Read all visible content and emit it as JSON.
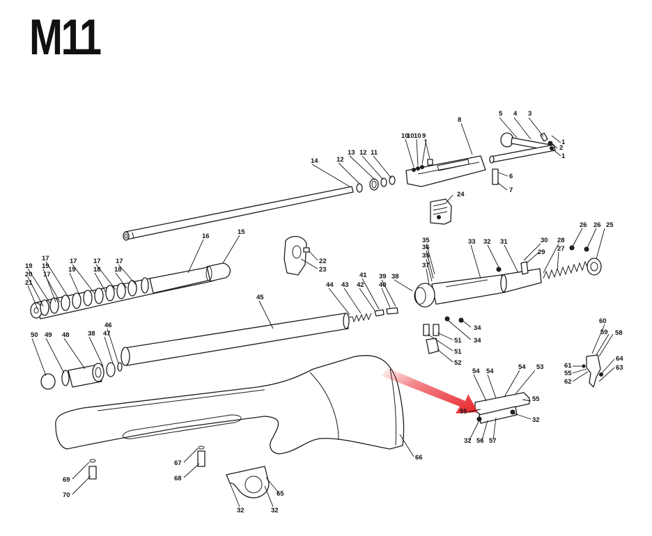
{
  "title": "M11",
  "accent_color": "#e8232a",
  "part_labels": {
    "l1a": "1",
    "l1b": "1",
    "l2": "2",
    "l3": "3",
    "l4": "4",
    "l5": "5",
    "l6": "6",
    "l7": "7",
    "l8": "8",
    "l9": "9",
    "l10a": "10",
    "l10b": "10",
    "l10c": "10",
    "l11": "11",
    "l12a": "12",
    "l12b": "12",
    "l13": "13",
    "l14": "14",
    "l15": "15",
    "l16": "16",
    "l17a": "17",
    "l17b": "17",
    "l17c": "17",
    "l17d": "17",
    "l17e": "17",
    "l18a": "18",
    "l18b": "18",
    "l19a": "19",
    "l19b": "19",
    "l19c": "19",
    "l20": "20",
    "l21": "21",
    "l22": "22",
    "l23": "23",
    "l24": "24",
    "l25": "25",
    "l26a": "26",
    "l26b": "26",
    "l27": "27",
    "l28": "28",
    "l29": "29",
    "l30": "30",
    "l31": "31",
    "l32a": "32",
    "l32b": "32",
    "l32c": "32",
    "l32d": "32",
    "l32e": "32",
    "l33": "33",
    "l34a": "34",
    "l34b": "34",
    "l35a": "35",
    "l35b": "35",
    "l36": "36",
    "l37": "37",
    "l38a": "38",
    "l38b": "38",
    "l39": "39",
    "l40": "40",
    "l41": "41",
    "l42": "42",
    "l43": "43",
    "l44": "44",
    "l45": "45",
    "l46": "46",
    "l47": "47",
    "l48": "48",
    "l49": "49",
    "l50": "50",
    "l51a": "51",
    "l51b": "51",
    "l52": "52",
    "l53": "53",
    "l54a": "54",
    "l54b": "54",
    "l54c": "54",
    "l55a": "55",
    "l55b": "55",
    "l55c": "55",
    "l56": "56",
    "l57": "57",
    "l58": "58",
    "l59": "59",
    "l60": "60",
    "l61": "61",
    "l62": "62",
    "l63": "63",
    "l64": "64",
    "l65": "65",
    "l66": "66",
    "l67": "67",
    "l68": "68",
    "l69": "69",
    "l70": "70"
  }
}
